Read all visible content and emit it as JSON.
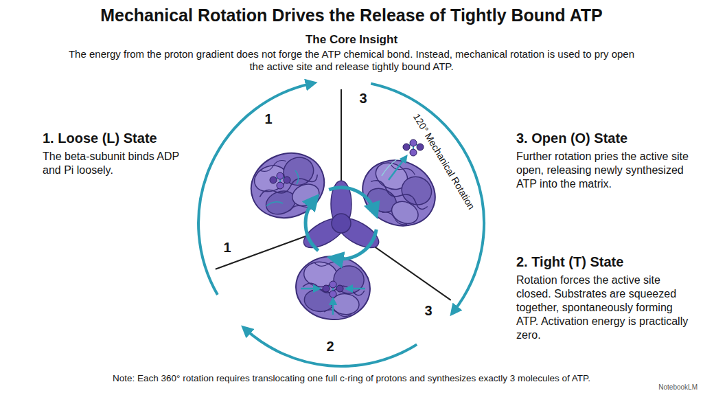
{
  "diagram": {
    "title": "Mechanical Rotation Drives the Release of Tightly Bound ATP",
    "caption": "Note: Each 360° rotation requires translocating one full c-ring of protons and synthesizes exactly 3 molecules of ATP.",
    "labels": [
      "The Core Insight",
      "The energy from the proton gradient does not forge the ATP chemical bond. Instead, mechanical rotation is used to pry open the active site and release tightly bound ATP.",
      "1. Loose (L) State",
      "The beta-subunit binds ADP and Pi loosely.",
      "3. Open (O) State",
      "Further rotation pries the active site open, releasing newly synthesized ATP into the matrix.",
      "2. Tight (T) State",
      "Rotation forces the active site closed. Substrates are squeezed together, spontaneously forming ATP. Activation energy is practically zero.",
      "120° Mechanical Rotation",
      "1",
      "3",
      "1",
      "3",
      "2",
      "NotebookLM"
    ]
  }
}
